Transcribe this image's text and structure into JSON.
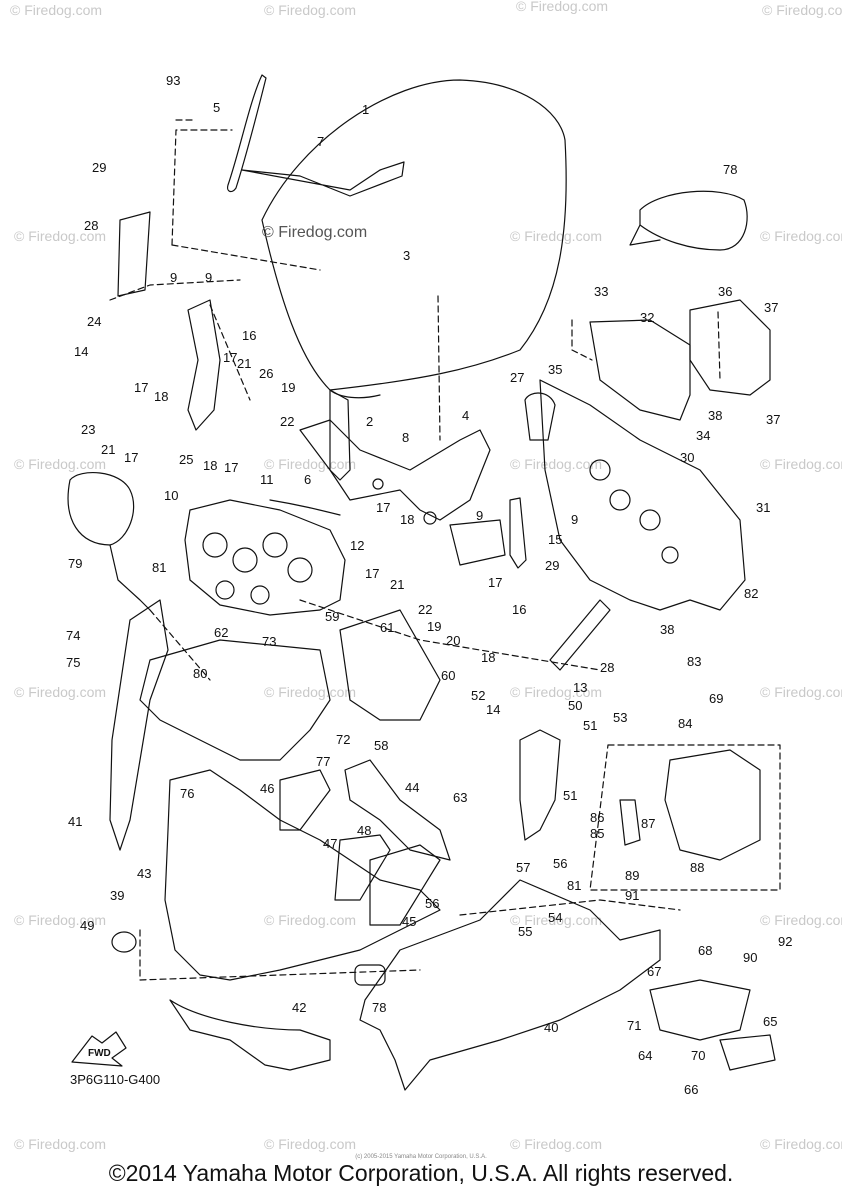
{
  "watermark": "© Firedog.com",
  "center_watermark": "© Firedog.com",
  "drawing_code": "3P6G110-G400",
  "fwd_label": "FWD",
  "copyright": "©2014 Yamaha Motor Corporation, U.S.A. All rights reserved.",
  "fine_print": "(c) 2005-2015 Yamaha Motor Corporation, U.S.A.",
  "callouts": [
    "1",
    "2",
    "3",
    "4",
    "5",
    "6",
    "7",
    "8",
    "9",
    "9",
    "9",
    "9",
    "10",
    "11",
    "12",
    "13",
    "14",
    "14",
    "15",
    "16",
    "16",
    "17",
    "17",
    "17",
    "17",
    "17",
    "17",
    "17",
    "18",
    "18",
    "18",
    "18",
    "19",
    "19",
    "20",
    "21",
    "21",
    "21",
    "22",
    "22",
    "23",
    "24",
    "25",
    "26",
    "27",
    "28",
    "28",
    "29",
    "29",
    "30",
    "31",
    "32",
    "33",
    "34",
    "35",
    "36",
    "37",
    "37",
    "38",
    "38",
    "39",
    "40",
    "41",
    "42",
    "43",
    "44",
    "45",
    "46",
    "47",
    "48",
    "49",
    "50",
    "51",
    "51",
    "52",
    "53",
    "54",
    "55",
    "56",
    "56",
    "57",
    "58",
    "59",
    "60",
    "61",
    "62",
    "63",
    "64",
    "65",
    "66",
    "67",
    "68",
    "69",
    "70",
    "71",
    "72",
    "73",
    "74",
    "75",
    "76",
    "77",
    "78",
    "78",
    "79",
    "80",
    "81",
    "81",
    "82",
    "83",
    "84",
    "85",
    "86",
    "87",
    "88",
    "89",
    "90",
    "91",
    "92",
    "93"
  ]
}
